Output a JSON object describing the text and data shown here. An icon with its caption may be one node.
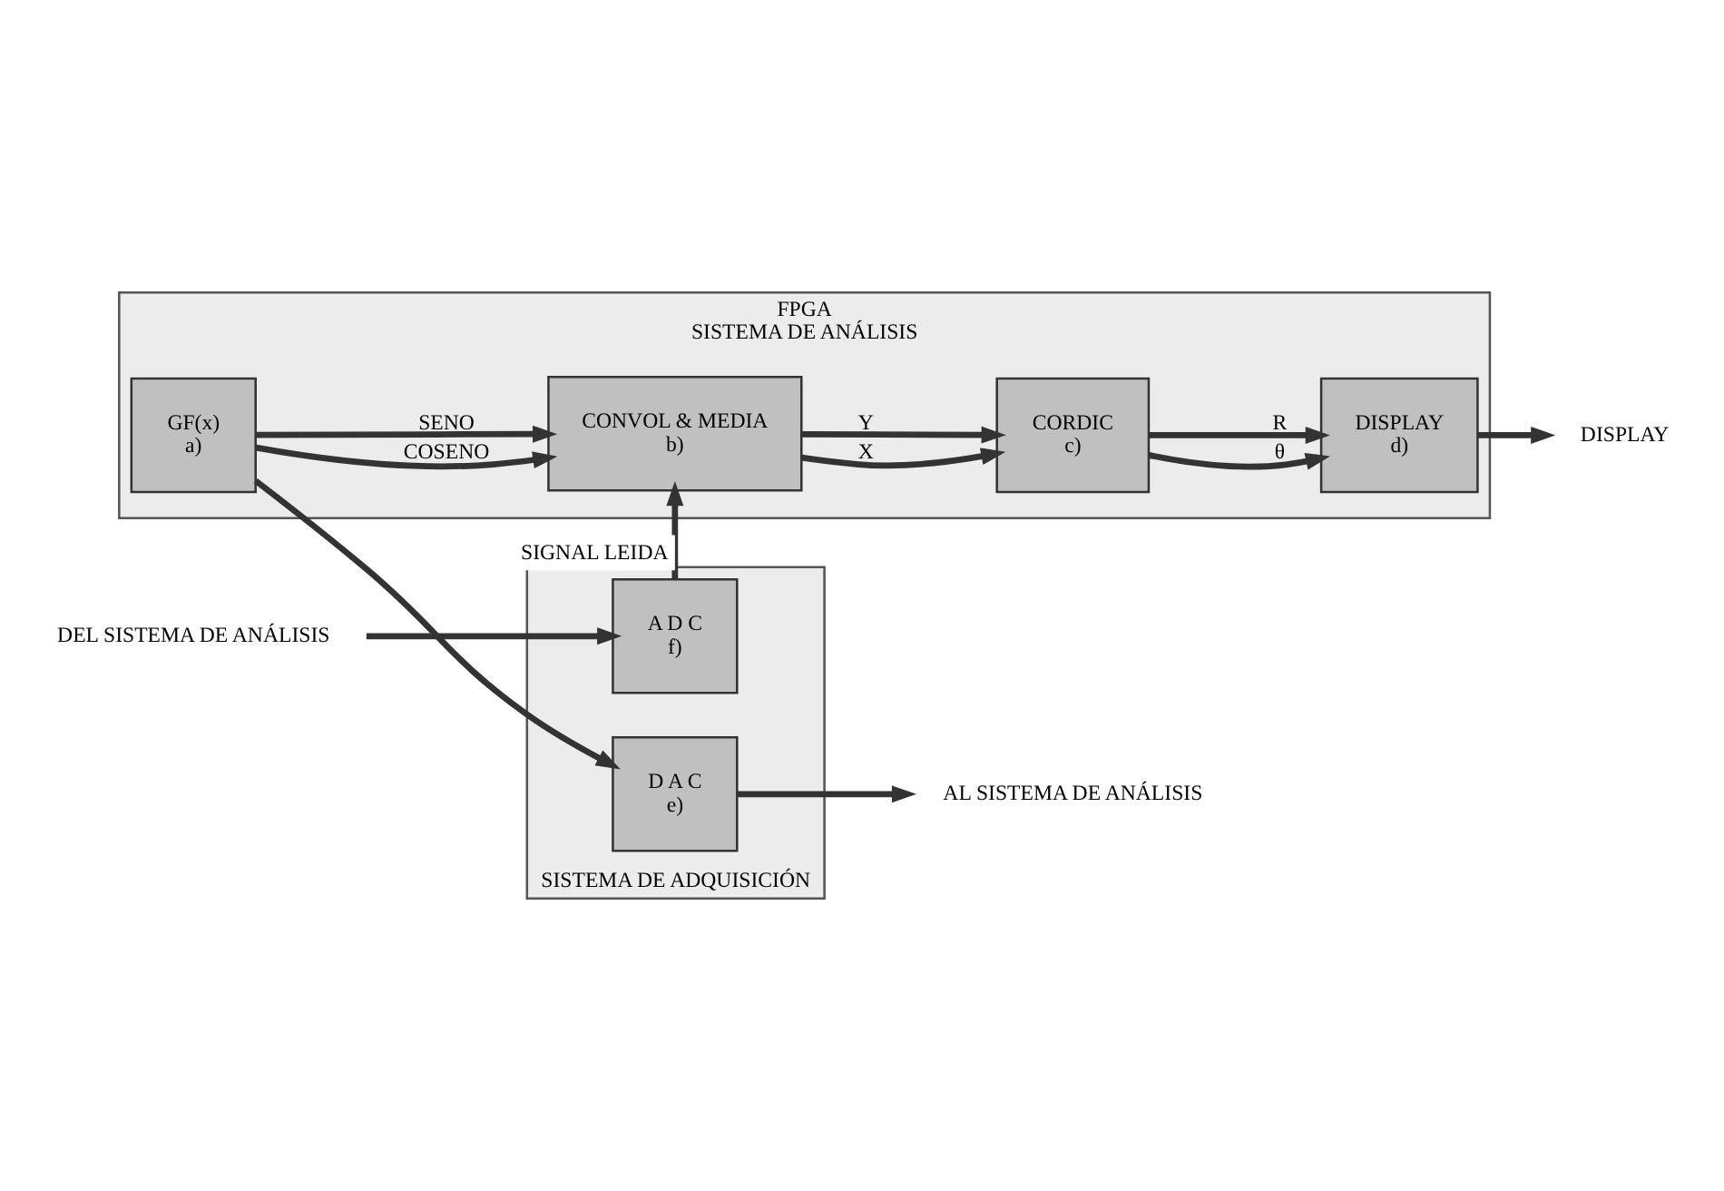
{
  "diagram": {
    "nodes": [
      {
        "text": [
          "SISTEMA DE ADQUISICIÓN"
        ]
      },
      {
        "text": [
          "A D C",
          "f)"
        ],
        "in": 0
      },
      {
        "text": [
          "D A C",
          "e)"
        ],
        "in": 0
      },
      {
        "text": [
          "FPGA",
          "SISTEMA DE ANÁLISIS"
        ]
      },
      {
        "text": [
          "CORDIC",
          "c)"
        ],
        "in": 3
      },
      {
        "text": [
          "GF(x)",
          "a)"
        ],
        "in": 3
      },
      {
        "text": [
          "CONVOL & MEDIA",
          "b)"
        ],
        "in": 3
      },
      {
        "text": [
          "DISPLAY",
          "d)"
        ],
        "in": 3
      },
      {
        "text": [
          "DEL SISTEMA DE ANÁLISIS"
        ]
      },
      {
        "text": [
          "AL SISTEMA DE ANÁLISIS"
        ]
      },
      {
        "text": [
          "DISPLAY"
        ]
      }
    ],
    "edges": [
      {
        "from": 8,
        "to": 1,
        "arrow": "to"
      },
      {
        "from": 2,
        "to": 9,
        "arrow": "to"
      },
      {
        "from": 7,
        "to": 10,
        "arrow": "to"
      },
      {
        "from": 1,
        "to": 6,
        "arrow": "to",
        "label": "SIGNAL LEIDA"
      },
      {
        "from": 5,
        "to": 2,
        "arrow": "to"
      },
      {
        "from": 5,
        "to": 6,
        "arrow": "to",
        "label": "COSENO"
      },
      {
        "from": 5,
        "to": 6,
        "arrow": "to",
        "label": "SENO"
      },
      {
        "from": 4,
        "to": 7,
        "arrow": "to",
        "label": "θ"
      },
      {
        "from": 4,
        "to": 7,
        "arrow": "to",
        "label": "R"
      },
      {
        "from": 6,
        "to": 4,
        "arrow": "to",
        "label": "X"
      },
      {
        "from": 6,
        "to": 4,
        "arrow": "to",
        "label": "Y"
      }
    ]
  }
}
